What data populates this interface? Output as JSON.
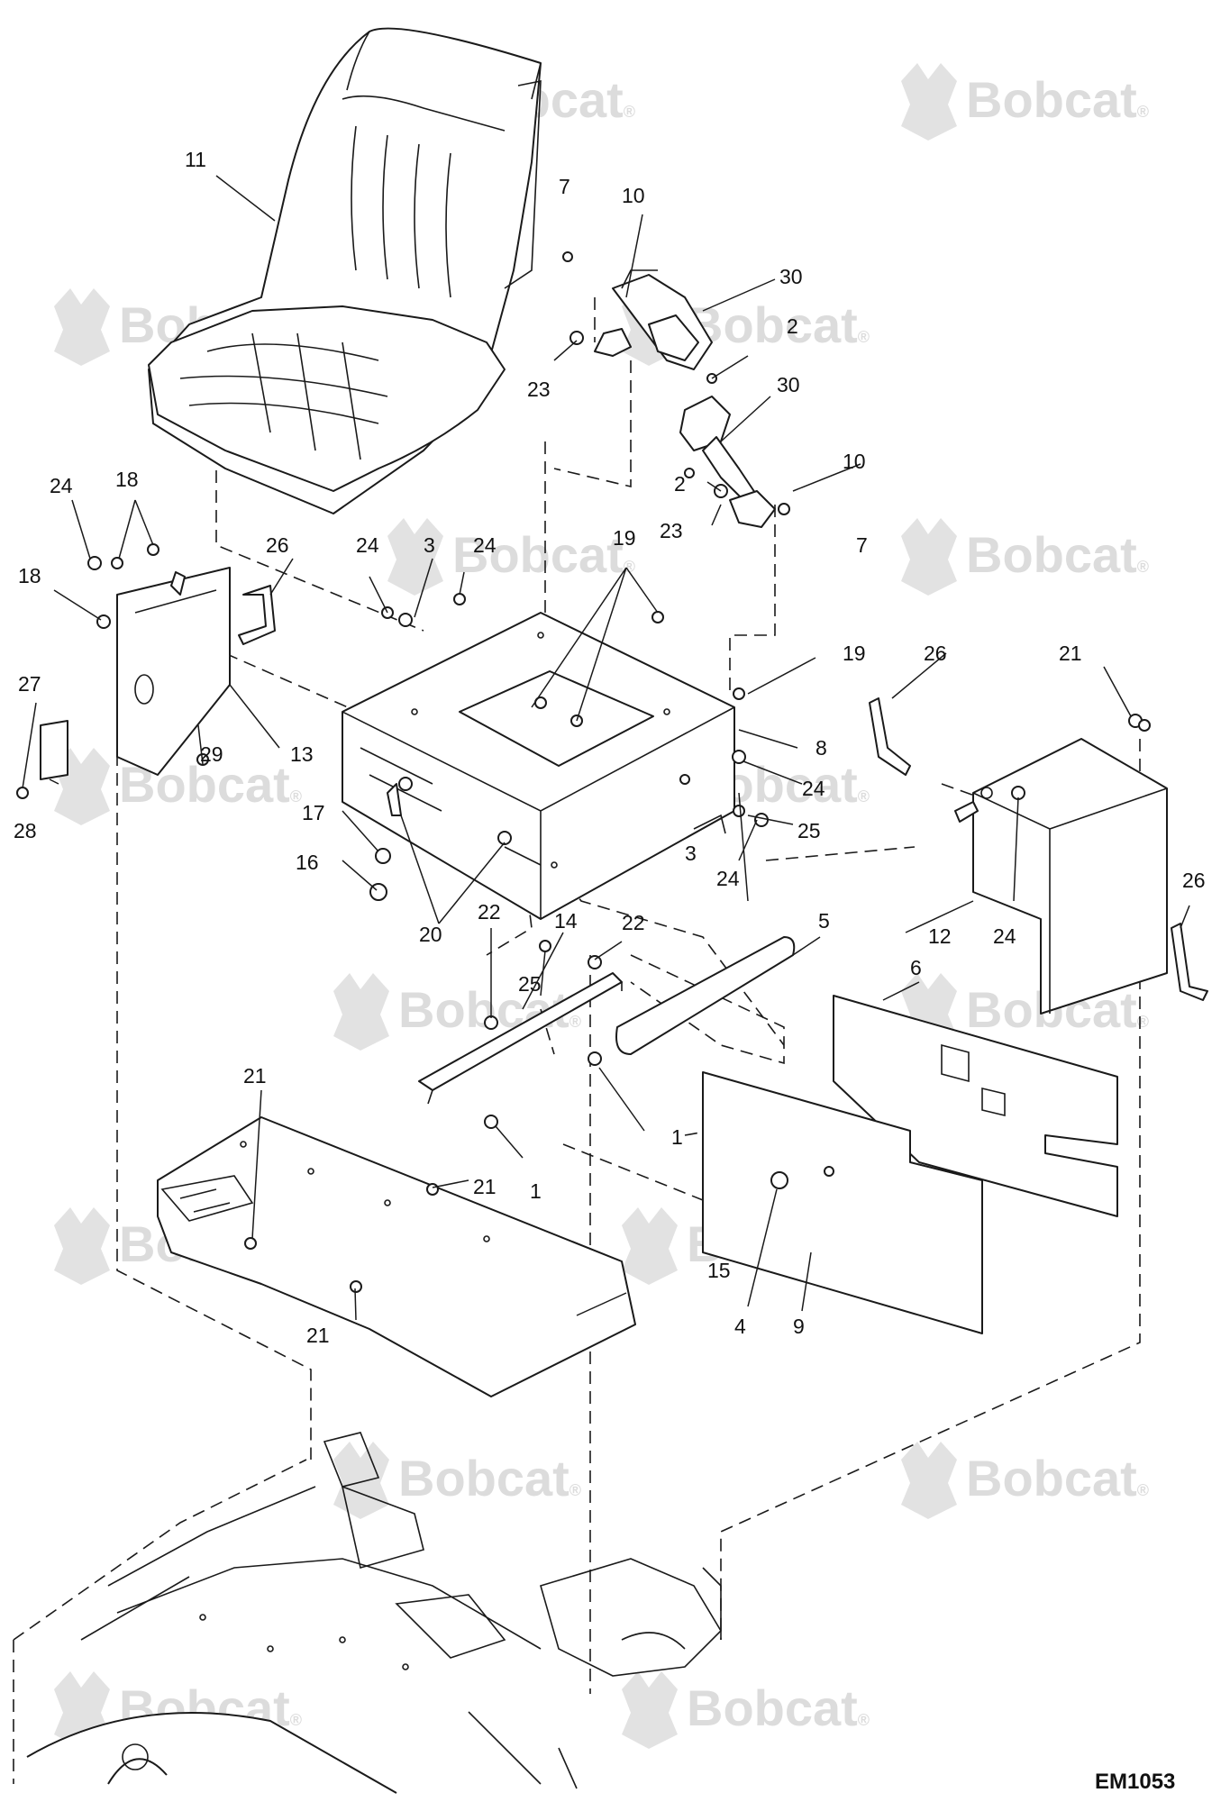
{
  "watermark": {
    "text": "Bobcat",
    "mark": "®",
    "color": "#dcdcdc"
  },
  "figure_id": "EM1053",
  "callouts": [
    {
      "id": "c11a",
      "text": "11"
    },
    {
      "id": "c7a",
      "text": "7"
    },
    {
      "id": "c10a",
      "text": "10"
    },
    {
      "id": "c30a",
      "text": "30"
    },
    {
      "id": "c2a",
      "text": "2"
    },
    {
      "id": "c23a",
      "text": "23"
    },
    {
      "id": "c30b",
      "text": "30"
    },
    {
      "id": "c2b",
      "text": "2"
    },
    {
      "id": "c10b",
      "text": "10"
    },
    {
      "id": "c23b",
      "text": "23"
    },
    {
      "id": "c7b",
      "text": "7"
    },
    {
      "id": "c24a",
      "text": "24"
    },
    {
      "id": "c18a",
      "text": "18"
    },
    {
      "id": "c26a",
      "text": "26"
    },
    {
      "id": "c24b",
      "text": "24"
    },
    {
      "id": "c3a",
      "text": "3"
    },
    {
      "id": "c24c",
      "text": "24"
    },
    {
      "id": "c19a",
      "text": "19"
    },
    {
      "id": "c18b",
      "text": "18"
    },
    {
      "id": "c27",
      "text": "27"
    },
    {
      "id": "c29",
      "text": "29"
    },
    {
      "id": "c13",
      "text": "13"
    },
    {
      "id": "c28",
      "text": "28"
    },
    {
      "id": "c19b",
      "text": "19"
    },
    {
      "id": "c26b",
      "text": "26"
    },
    {
      "id": "c21a",
      "text": "21"
    },
    {
      "id": "c8",
      "text": "8"
    },
    {
      "id": "c24d",
      "text": "24"
    },
    {
      "id": "c25a",
      "text": "25"
    },
    {
      "id": "c17",
      "text": "17"
    },
    {
      "id": "c16",
      "text": "16"
    },
    {
      "id": "c3b",
      "text": "3"
    },
    {
      "id": "c24e",
      "text": "24"
    },
    {
      "id": "c12",
      "text": "12"
    },
    {
      "id": "c24f",
      "text": "24"
    },
    {
      "id": "c26c",
      "text": "26"
    },
    {
      "id": "c20",
      "text": "20"
    },
    {
      "id": "c22a",
      "text": "22"
    },
    {
      "id": "c14",
      "text": "14"
    },
    {
      "id": "c22b",
      "text": "22"
    },
    {
      "id": "c25b",
      "text": "25"
    },
    {
      "id": "c5",
      "text": "5"
    },
    {
      "id": "c6",
      "text": "6"
    },
    {
      "id": "c21b",
      "text": "21"
    },
    {
      "id": "c21c",
      "text": "21"
    },
    {
      "id": "c1a",
      "text": "1"
    },
    {
      "id": "c1b",
      "text": "1"
    },
    {
      "id": "c15",
      "text": "15"
    },
    {
      "id": "c21d",
      "text": "21"
    },
    {
      "id": "c4",
      "text": "4"
    },
    {
      "id": "c9",
      "text": "9"
    }
  ]
}
